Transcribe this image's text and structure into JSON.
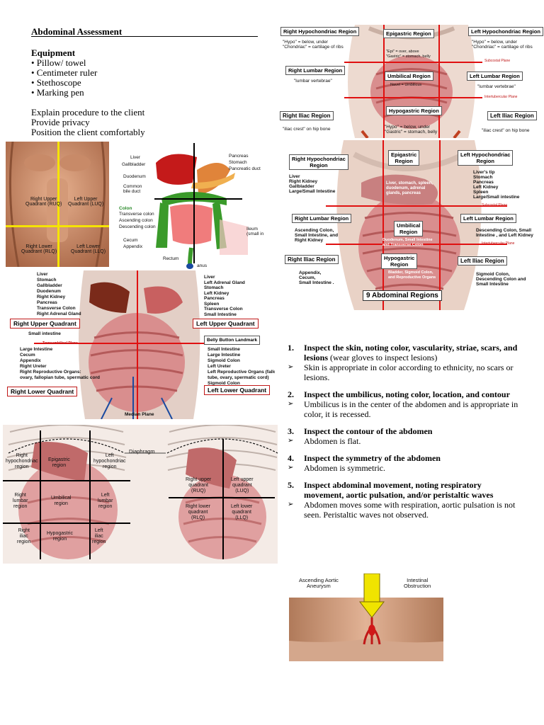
{
  "header": {
    "title": "Abdominal Assessment",
    "equipment_heading": "Equipment",
    "equipment": [
      "• Pillow/ towel",
      "• Centimeter ruler",
      "• Stethoscope",
      "• Marking pen"
    ],
    "prep": [
      "Explain procedure to the client",
      "Provide privacy",
      "Position the client comfortably"
    ]
  },
  "fig1": {
    "ruq": "Right Upper\nQuadrant (RUQ)",
    "luq": "Left Upper\nQuadrant (LUQ)",
    "rlq": "Right Lower\nQuadrant (RLQ)",
    "llq": "Left Lower\nQuadrant (LLQ)"
  },
  "fig2": {
    "liver": "Liver",
    "gallbladder": "Gallbladder",
    "duodenum": "Duodenum",
    "common_bile_duct": "Common\nbile duct",
    "colon": "Colon",
    "transverse": "Transverse colon",
    "ascending": "Ascending colon",
    "descending": "Descending colon",
    "cecum": "Cecum",
    "appendix": "Appendix",
    "rectum": "Rectum",
    "anus": "anus",
    "pancreas": "Pancreas",
    "stomach": "Stomach",
    "pancreatic_duct": "Pancreatic duct",
    "ileum": "Ileum\n(small intestine"
  },
  "fig3": {
    "rh": "Right Hypochondriac Region",
    "ep": "Epigastric Region",
    "lh": "Left Hypochondriac Region",
    "hypo_r": "\"Hypo\" = below, under\n\"Chondriac\" = cartilage of ribs",
    "hypo_l": "\"Hypo\" = below, under\n\"Chondriac\" = cartilage of ribs",
    "epi": "\"Epi\" = over, above\n\"Gastric\" = stomach, belly",
    "subcostal": "Subcostal Plane",
    "rl": "Right Lumbar Region",
    "um": "Umbilical Region",
    "ll": "Left Lumbar Region",
    "lumbar_r": "\"lumbar vertebrae\"",
    "lumbar_l": "\"lumbar vertebrae\"",
    "navel": "Navel = Umbilicus",
    "intertub": "Intertubercular Plane",
    "ri": "Right Iliac Region",
    "hg": "Hypogastric Region",
    "li": "Left Iliac Region",
    "iliac_r": "\"iliac crest\" on hip bone",
    "iliac_l": "\"iliac crest\" on hip bone",
    "hypog": "\"Hypo\" = below, under\n\"Gastric\" = stomach, belly"
  },
  "fig4": {
    "rh": "Right Hypochondriac\nRegion",
    "ep": "Epigastric\nRegion",
    "lh": "Left Hypochondriac\nRegion",
    "rh_org": "Liver\nRight Kidney\nGallbladder\nLarge/Small Intestine",
    "ep_org": "Liver, stomach, spleen,\nduodenum, adrenal\nglands, pancreas",
    "lh_org": "Liver's tip\nStomach\nPancreas\nLeft Kidney\nSpleen\nLarge/Small intestine",
    "subcostal": "Subcostal Plane",
    "rl": "Right Lumbar Region",
    "um": "Umbilical\nRegion",
    "ll": "Left Lumbar Region",
    "rl_org": "Ascending Colon,\nSmall Intestine, and\nRight Kidney",
    "um_org": "Duodenum, Small Intestine\nand Transverse Colon",
    "ll_org": "Descending Colon, Small\nIntestine , and Left Kidney",
    "intertub": "Intertubercular Plane",
    "ri": "Right Iliac Region",
    "hg": "Hypogastric\nRegion",
    "li": "Left Iliac Region",
    "ri_org": "Appendix,\nCecum,\nSmall Intestine .",
    "hg_org": "Bladder, Sigmoid Colon,\nand Reproductive Organs",
    "li_org": "Sigmoid Colon,\nDescending Colon and\nSmall Intestine",
    "caption": "9 Abdominal Regions"
  },
  "fig5": {
    "left_labels": "Liver\nStomach\nGallbladder\nDuodenum\nRight Kidney\nPancreas\nTransverse Colon\nRight Adrenal Gland",
    "right_labels": "Liver\nLeft Adrenal Gland\nStomach\nLeft Kidney\nPancreas\nSpleen\nTransverse Colon\nSmall Intestine",
    "ruq": "Right Upper Quadrant",
    "luq": "Left Upper Quadrant",
    "small_int": "Small intestine",
    "transumb": "Transumbilical Plane",
    "belly": "Belly Button Landmark",
    "lower_left": "Large Intestine\nCecum\nAppendix\nRight Ureter\nRight Reproductive Organs:\novary, fallopian tube, spermatic cord",
    "lower_right": "Small Intestine\nLarge Intestine\nSigmoid Colon\nLeft Ureter\nLeft Reproductive Organs (fallopian\ntube, ovary, spermatic cord)\nSigmoid Colon",
    "rlq": "Right Lower Quadrant",
    "llq": "Left Lower Quadrant",
    "median": "Median Plane"
  },
  "fig6": {
    "diaphragm": "Diaphragm",
    "rh": "Right\nhypochondriac\nregion",
    "ep": "Epigastric\nregion",
    "lh": "Left\nhypochondriac\nregion",
    "rl": "Right\nlumbar\nregion",
    "um": "Umbilical\nregion",
    "ll": "Left\nlumbar\nregion",
    "ri": "Right\niliac\nregion",
    "hg": "Hypogastric\nregion",
    "li": "Left\niliac\nregion",
    "ruq": "Right upper\nquadrant\n(RUQ)",
    "luq": "Left upper\nquadrant\n(LUQ)",
    "rlq": "Right lower\nquadrant\n(RLQ)",
    "llq": "Left lower\nquadrant\n(LLQ)"
  },
  "steps": [
    {
      "num": "1.",
      "head": "Inspect the skin, noting color, vascularity, striae, scars, and lesions",
      "paren": " (wear gloves to inspect lesions)",
      "finding": "Skin is appropriate in color according to ethnicity, no scars or lesions."
    },
    {
      "num": "2.",
      "head": "Inspect the umbilicus, noting color, location, and contour",
      "paren": "",
      "finding": "Umbilicus is in the center of the abdomen and is appropriate in color, it is recessed."
    },
    {
      "num": "3.",
      "head": "Inspect the contour of the abdomen",
      "paren": "",
      "finding": "Abdomen is flat."
    },
    {
      "num": "4.",
      "head": "Inspect the symmetry of the abdomen",
      "paren": "",
      "finding": "Abdomen is symmetric."
    },
    {
      "num": "5.",
      "head": "Inspect abdominal movement, noting respiratory movement, aortic pulsation, and/or peristaltic waves",
      "paren": "",
      "finding": "Abdomen moves some with respiration, aortic pulsation is not seen. Peristaltic waves not observed."
    }
  ],
  "fig7": {
    "aneurysm": "Ascending Aortic\nAneurysm",
    "obstruction": "Intestinal\nObstruction"
  },
  "colors": {
    "red": "#e01010",
    "yellow": "#f5e300",
    "skin": "#d9a07c",
    "gut": "#d98e8e"
  }
}
